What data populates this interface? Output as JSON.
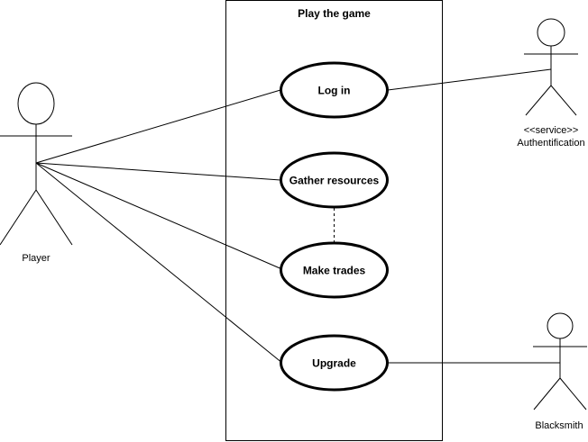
{
  "system": {
    "title": "Play the game"
  },
  "use_cases": [
    {
      "id": "login",
      "label": "Log in"
    },
    {
      "id": "gather",
      "label": "Gather resources"
    },
    {
      "id": "trades",
      "label": "Make trades"
    },
    {
      "id": "upgrade",
      "label": "Upgrade"
    }
  ],
  "actors": {
    "player": {
      "label": "Player"
    },
    "authentification": {
      "stereotype": "<<service>>",
      "label": "Authentification"
    },
    "blacksmith": {
      "label": "Blacksmith"
    }
  },
  "associations": [
    {
      "from": "player",
      "to": "login",
      "style": "solid"
    },
    {
      "from": "player",
      "to": "gather",
      "style": "solid"
    },
    {
      "from": "player",
      "to": "trades",
      "style": "solid"
    },
    {
      "from": "player",
      "to": "upgrade",
      "style": "solid"
    },
    {
      "from": "authentification",
      "to": "login",
      "style": "solid"
    },
    {
      "from": "blacksmith",
      "to": "upgrade",
      "style": "solid"
    },
    {
      "from": "gather",
      "to": "trades",
      "style": "dashed"
    }
  ]
}
